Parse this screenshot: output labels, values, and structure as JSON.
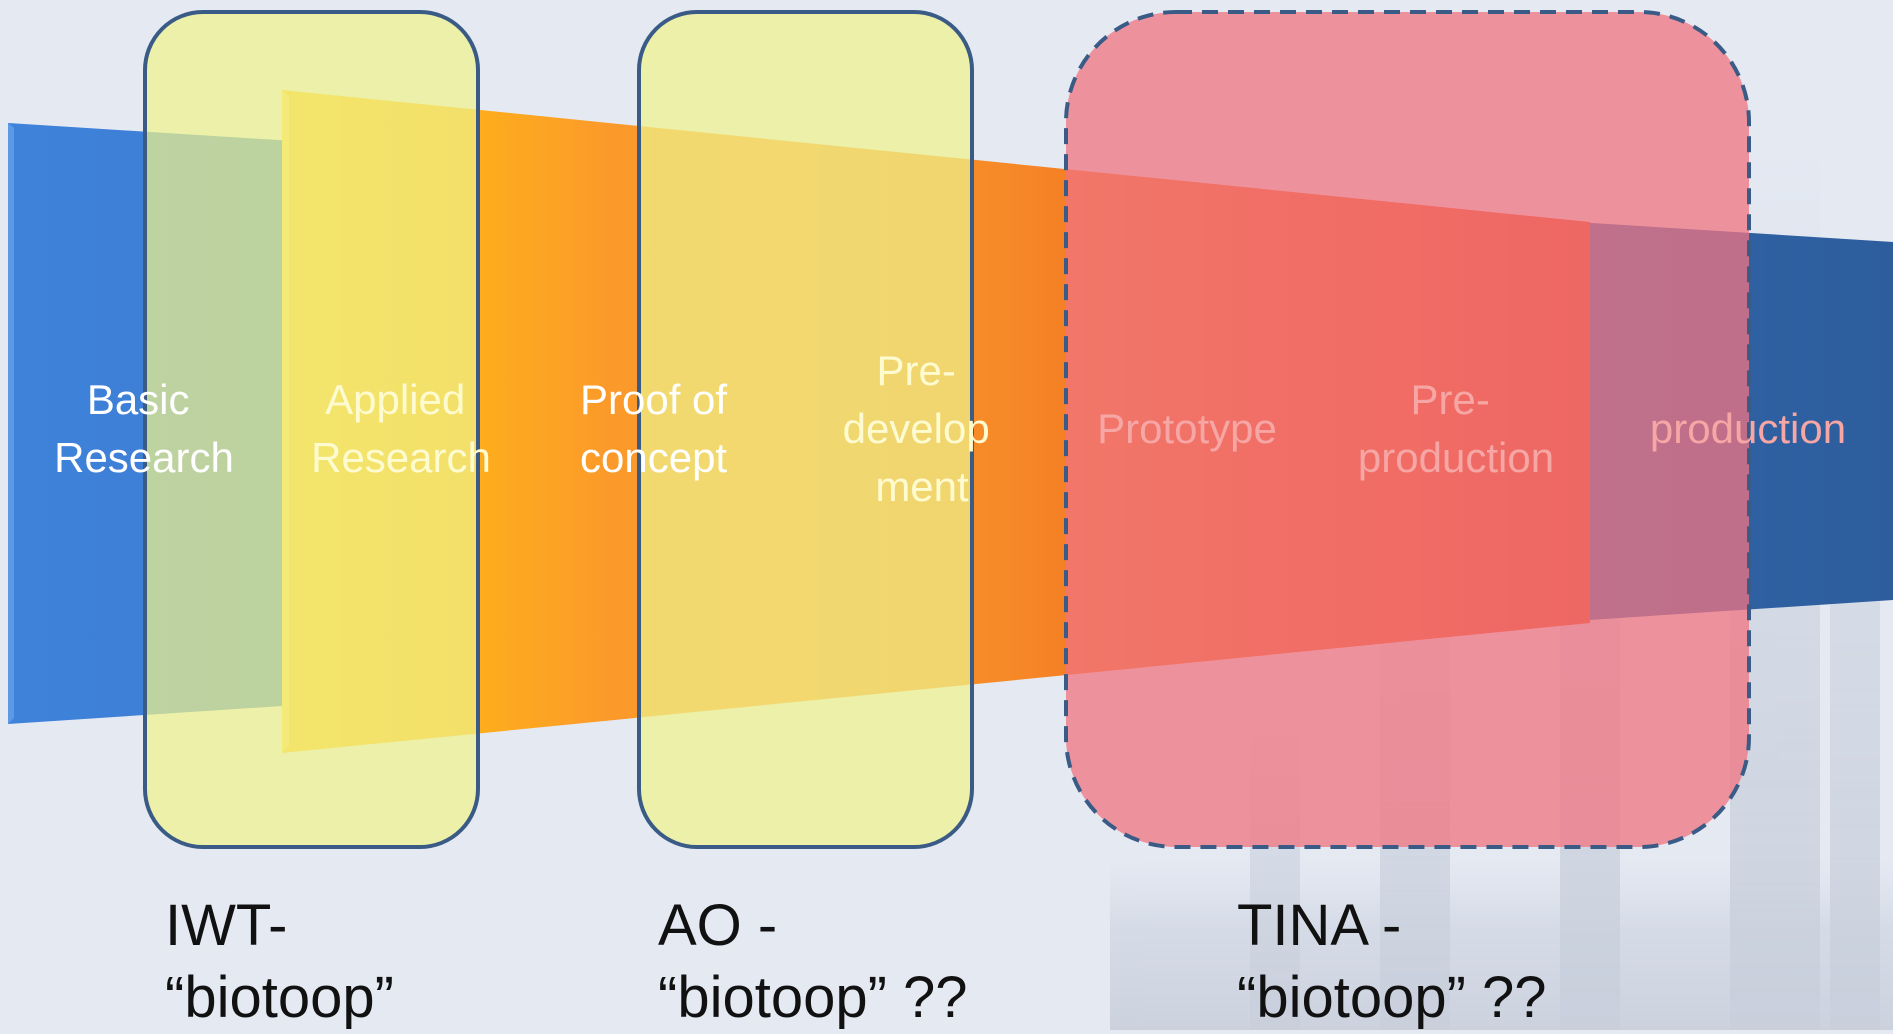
{
  "stages": [
    {
      "id": "basic",
      "lines": [
        "Basic",
        "Research"
      ]
    },
    {
      "id": "applied",
      "lines": [
        "Applied",
        "Research"
      ]
    },
    {
      "id": "proof",
      "lines": [
        "Proof of",
        "concept"
      ]
    },
    {
      "id": "predev",
      "lines": [
        "Pre-",
        "develop",
        "ment"
      ]
    },
    {
      "id": "prototype",
      "lines": [
        "Prototype"
      ]
    },
    {
      "id": "preprod",
      "lines": [
        "Pre-",
        "production"
      ]
    },
    {
      "id": "production",
      "lines": [
        "production"
      ]
    }
  ],
  "zones": [
    {
      "id": "iwt",
      "lines": [
        "IWT-",
        "“biotoop”"
      ],
      "color": "#eef28a"
    },
    {
      "id": "ao",
      "lines": [
        "AO -",
        "“biotoop” ??"
      ],
      "color": "#eef28a"
    },
    {
      "id": "tina",
      "lines": [
        "TINA -",
        "“biotoop” ??"
      ],
      "color": "#f07480"
    }
  ],
  "colors": {
    "background": "#e4e9f2",
    "blue": "#3f7fd6",
    "blue_dark": "#2d64a8",
    "orange": "#f89a2e",
    "red": "#f0440f",
    "yellow_zone": "#eef28a",
    "pink_zone": "#f07480",
    "zone_border": "#3a5b86",
    "label_light": "#ffffff",
    "label_yellow": "#fffbd0",
    "label_pink": "#f6a7a5"
  }
}
